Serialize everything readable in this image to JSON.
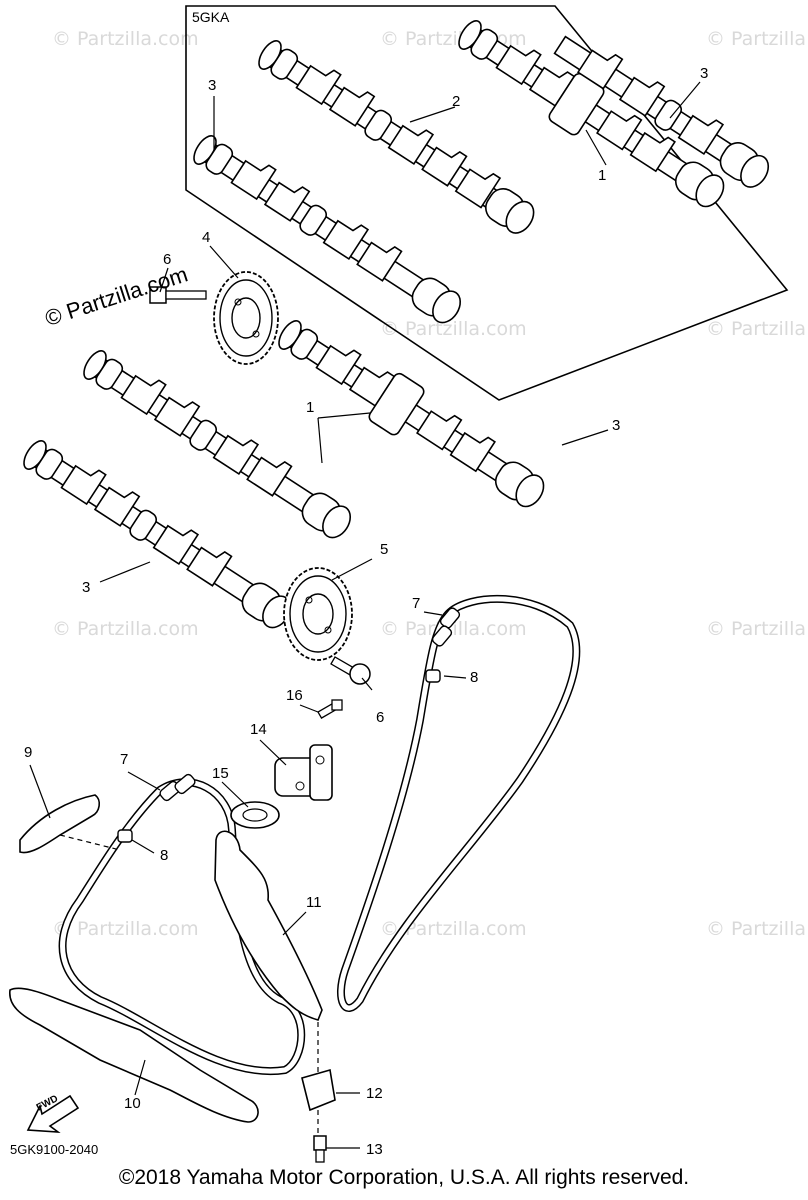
{
  "watermark": "© Partzilla.com",
  "watermark_main": "© Partzilla.com",
  "group_label": "5GKA",
  "drawing_code": "5GK9100-2040",
  "copyright": "©2018 Yamaha Motor Corporation, U.S.A. All rights reserved.",
  "fwd_label": "FWD",
  "callouts": {
    "c1a": "1",
    "c2": "2",
    "c3a": "3",
    "c3b": "3",
    "c1b": "1",
    "c3c": "3",
    "c3d": "3",
    "c4": "4",
    "c5": "5",
    "c6a": "6",
    "c6b": "6",
    "c7a": "7",
    "c8a": "8",
    "c7b": "7",
    "c8b": "8",
    "c9": "9",
    "c10": "10",
    "c11": "11",
    "c12": "12",
    "c13": "13",
    "c14": "14",
    "c15": "15",
    "c16": "16"
  }
}
